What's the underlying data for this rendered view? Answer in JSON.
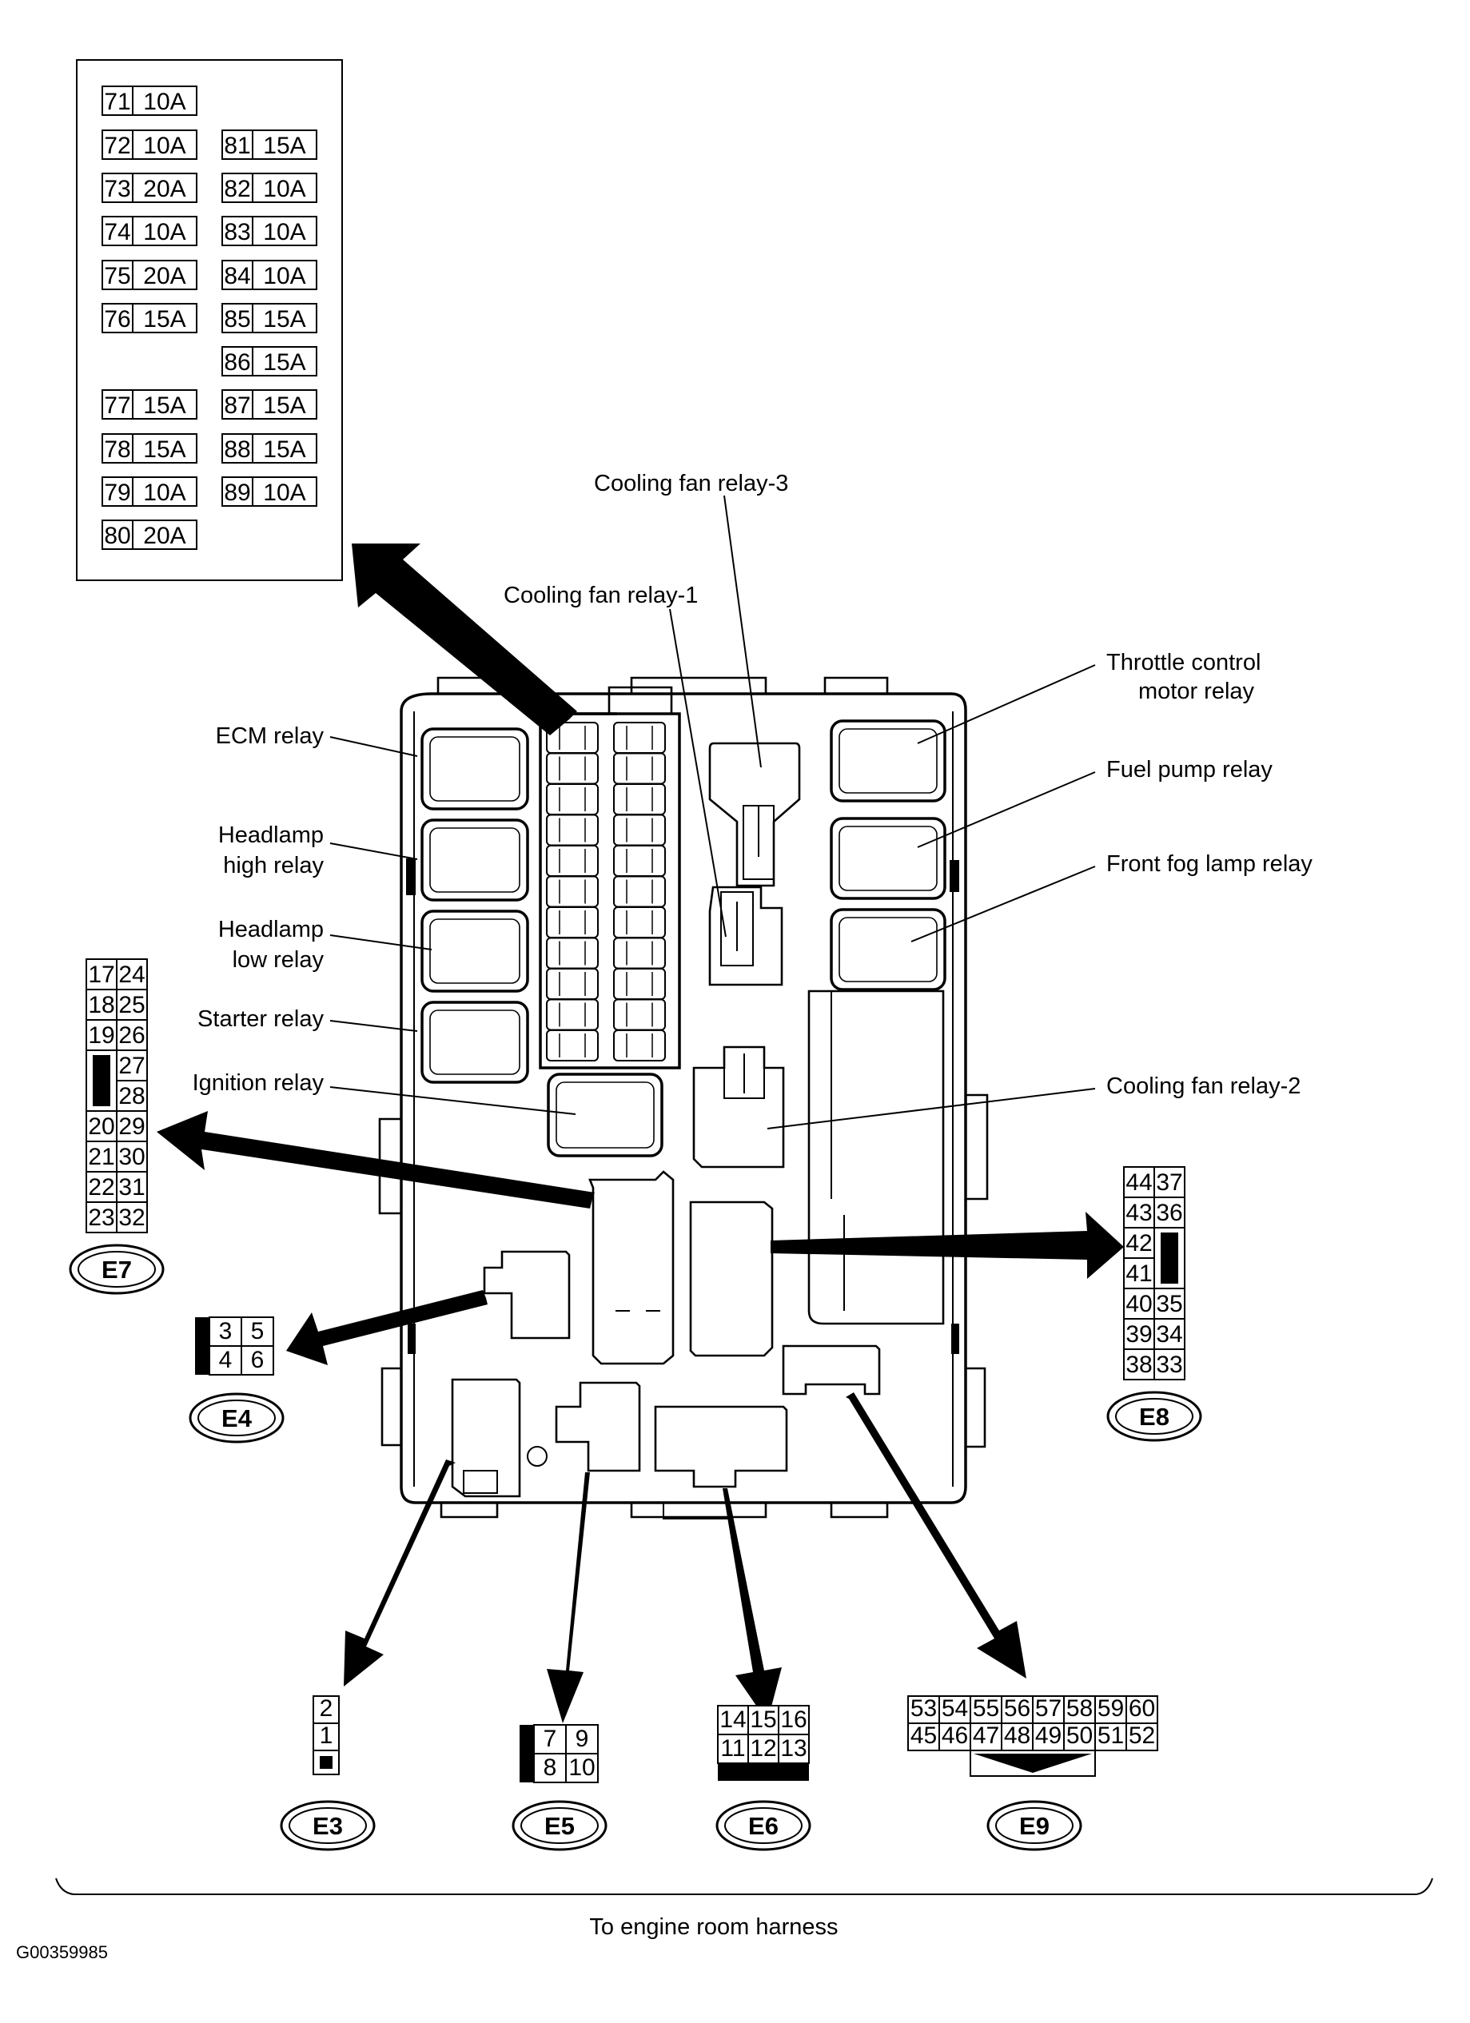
{
  "fuse_table": {
    "left_col": [
      {
        "no": "71",
        "amp": "10A"
      },
      {
        "no": "72",
        "amp": "10A"
      },
      {
        "no": "73",
        "amp": "20A"
      },
      {
        "no": "74",
        "amp": "10A"
      },
      {
        "no": "75",
        "amp": "20A"
      },
      {
        "no": "76",
        "amp": "15A"
      },
      {
        "no": "77",
        "amp": "15A"
      },
      {
        "no": "78",
        "amp": "15A"
      },
      {
        "no": "79",
        "amp": "10A"
      },
      {
        "no": "80",
        "amp": "20A"
      }
    ],
    "right_col": [
      {
        "no": "81",
        "amp": "15A"
      },
      {
        "no": "82",
        "amp": "10A"
      },
      {
        "no": "83",
        "amp": "10A"
      },
      {
        "no": "84",
        "amp": "10A"
      },
      {
        "no": "85",
        "amp": "15A"
      },
      {
        "no": "86",
        "amp": "15A"
      },
      {
        "no": "87",
        "amp": "15A"
      },
      {
        "no": "88",
        "amp": "15A"
      },
      {
        "no": "89",
        "amp": "10A"
      }
    ]
  },
  "labels": {
    "cooling_fan_relay_3": "Cooling fan relay-3",
    "cooling_fan_relay_1": "Cooling fan relay-1",
    "cooling_fan_relay_2": "Cooling fan relay-2",
    "throttle_1": "Throttle control",
    "throttle_2": "motor relay",
    "fuel_pump_relay": "Fuel pump relay",
    "front_fog_lamp_relay": "Front fog lamp relay",
    "ecm_relay": "ECM relay",
    "headlamp_high_1": "Headlamp",
    "headlamp_high_2": "high relay",
    "headlamp_low_1": "Headlamp",
    "headlamp_low_2": "low relay",
    "starter_relay": "Starter relay",
    "ignition_relay": "Ignition relay",
    "harness": "To engine room harness",
    "figure_id": "G00359985"
  },
  "connectors": {
    "E7": {
      "name": "E7",
      "left": [
        "17",
        "18",
        "19",
        "20",
        "21",
        "22",
        "23"
      ],
      "right": [
        "24",
        "25",
        "26",
        "27",
        "28",
        "29",
        "30",
        "31",
        "32"
      ]
    },
    "E8": {
      "name": "E8",
      "left": [
        "44",
        "43",
        "42",
        "41",
        "40",
        "39",
        "38"
      ],
      "right": [
        "37",
        "36",
        "35",
        "34",
        "33"
      ]
    },
    "E4": {
      "name": "E4",
      "top": [
        "3",
        "5"
      ],
      "bottom": [
        "4",
        "6"
      ]
    },
    "E3": {
      "name": "E3",
      "pins": [
        "2",
        "1"
      ]
    },
    "E5": {
      "name": "E5",
      "top": [
        "7",
        "9"
      ],
      "bottom": [
        "8",
        "10"
      ]
    },
    "E6": {
      "name": "E6",
      "top": [
        "14",
        "15",
        "16"
      ],
      "bottom": [
        "11",
        "12",
        "13"
      ]
    },
    "E9": {
      "name": "E9",
      "top": [
        "53",
        "54",
        "55",
        "56",
        "57",
        "58",
        "59",
        "60"
      ],
      "bottom": [
        "45",
        "46",
        "47",
        "48",
        "49",
        "50",
        "51",
        "52"
      ]
    }
  }
}
